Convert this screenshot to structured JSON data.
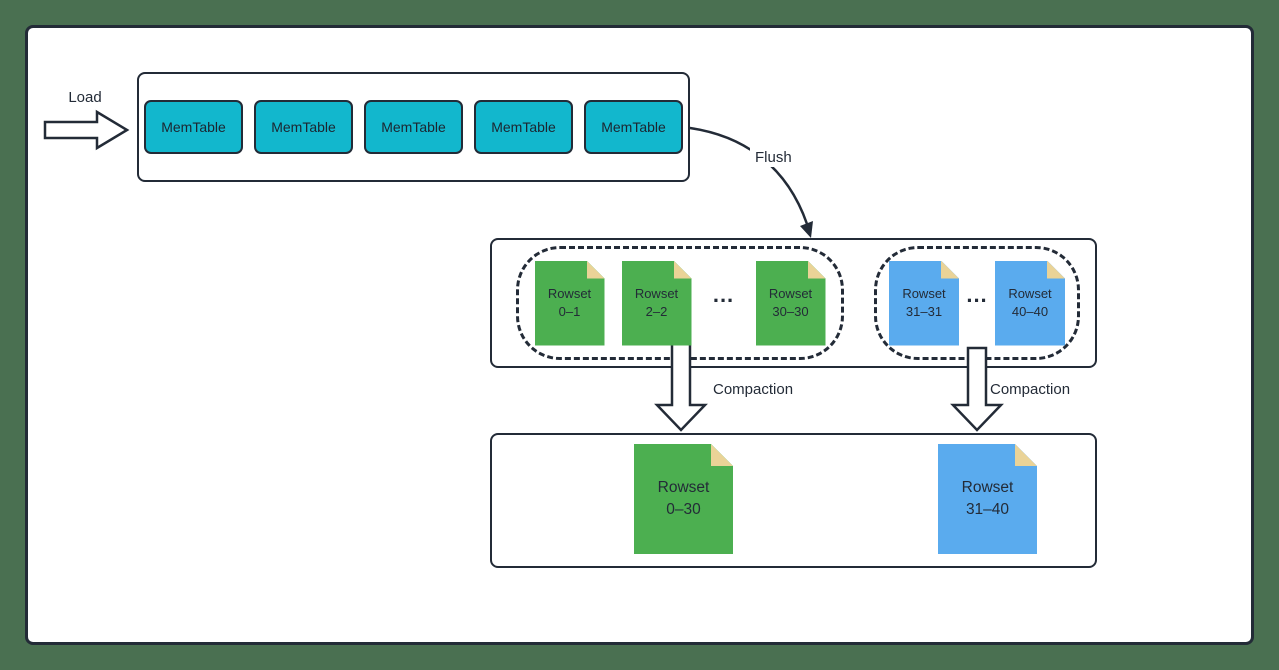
{
  "labels": {
    "load": "Load",
    "flush": "Flush",
    "compaction_left": "Compaction",
    "compaction_right": "Compaction",
    "ellipsis": "..."
  },
  "memtables": [
    "MemTable",
    "MemTable",
    "MemTable",
    "MemTable",
    "MemTable"
  ],
  "level0": {
    "green_group": {
      "items": [
        {
          "name": "Rowset",
          "range": "0–1"
        },
        {
          "name": "Rowset",
          "range": "2–2"
        },
        {
          "name": "Rowset",
          "range": "30–30"
        }
      ]
    },
    "blue_group": {
      "items": [
        {
          "name": "Rowset",
          "range": "31–31"
        },
        {
          "name": "Rowset",
          "range": "40–40"
        }
      ]
    }
  },
  "compacted": {
    "green": {
      "name": "Rowset",
      "range": "0–30"
    },
    "blue": {
      "name": "Rowset",
      "range": "31–40"
    }
  },
  "colors": {
    "background": "#4a7051",
    "card": "#ffffff",
    "line": "#232b37",
    "memtable_fill": "#12b7cd",
    "rowset_green": "#4caf50",
    "rowset_blue": "#5aabee",
    "fold_corner": "#ead397"
  }
}
